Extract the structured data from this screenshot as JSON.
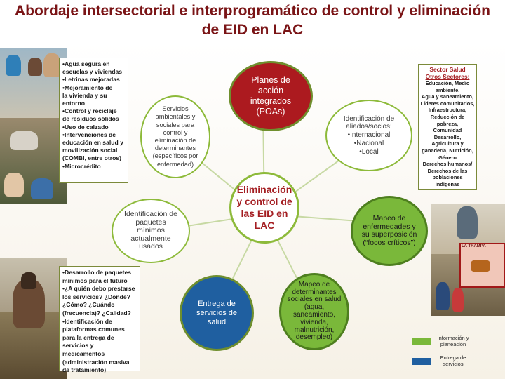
{
  "title": [
    "Abordaje intersectorial e interprogramático de control y eliminación",
    "de EID en LAC"
  ],
  "center": [
    "Eliminación",
    "y control de",
    "las EID en",
    "LAC"
  ],
  "nodes": {
    "top": [
      "Planes de",
      "acción",
      "integrados",
      "(POAs)"
    ],
    "left_upper": [
      "Servicios",
      "ambientales y",
      "sociales para",
      "control y",
      "eliminación de",
      "determinantes",
      "(específicos por",
      "enfermedad)"
    ],
    "right_upper": [
      "Identificación de",
      "aliados/socios:",
      "•Internacional",
      "•Nacional",
      "•Local"
    ],
    "left_lower": [
      "Identificación de",
      "paquetes",
      "mínimos",
      "actualmente",
      "usados"
    ],
    "right_lower": [
      "Mapeo de",
      "enfermedades y",
      "su superposición",
      "(“focos críticos”)"
    ],
    "bottom_left": [
      "Entrega de",
      "servicios de",
      "salud"
    ],
    "bottom": [
      "Mapeo de",
      "determinantes",
      "sociales en salud",
      "(agua,",
      "saneamiento,",
      "vivienda,",
      "malnutrición,",
      "desempleo)"
    ]
  },
  "boxes": {
    "top_left": [
      "•Agua segura en",
      "escuelas y viviendas",
      "•Letrinas mejoradas",
      "•Mejoramiento de",
      "la vivienda y su",
      "entorno",
      "•Control y reciclaje",
      "de residuos sólidos",
      "•Uso de calzado",
      "•Intervenciones de",
      "educación en salud y",
      "movilización social",
      "(COMBI, entre otros)",
      "•Microcrédito"
    ],
    "top_right_heading": [
      "Sector Salud",
      "Otros Sectores:"
    ],
    "top_right": [
      "Educación, Medio",
      "ambiente,",
      "Agua y saneamiento,",
      "Líderes comunitarios,",
      "Infraestructura,",
      "Reducción de",
      "pobreza,",
      "Comunidad",
      "Desarrollo,",
      "Agricultura y",
      "ganadería, Nutrición,",
      "Género",
      "Derechos humanos/",
      "Derechos de las",
      "poblaciones indígenas"
    ],
    "bottom_left": [
      "•Desarrollo de paquetes",
      "mínimos para el futuro",
      "•¿A quién debo prestarse",
      "los servicios? ¿Dónde?",
      "¿Cómo? ¿Cuándo",
      "(frecuencia)? ¿Calidad?",
      "•Identificación de",
      "plataformas comunes",
      "para la entrega de",
      "servicios y medicamentos",
      "(administración masiva",
      "de tratamiento)"
    ]
  },
  "legend": [
    {
      "label": [
        "Información y",
        "planeación"
      ],
      "color": "#7ab83a"
    },
    {
      "label": [
        "Entrega de",
        "servicios"
      ],
      "color": "#1f5fa0"
    }
  ],
  "sign": "LA TRAMPA",
  "colors": {
    "title": "#7a1416",
    "red_node": "#ac1a1f",
    "blue_node": "#1f5fa0",
    "green_node": "#7ab83a",
    "node_border": "#8dba3a"
  }
}
